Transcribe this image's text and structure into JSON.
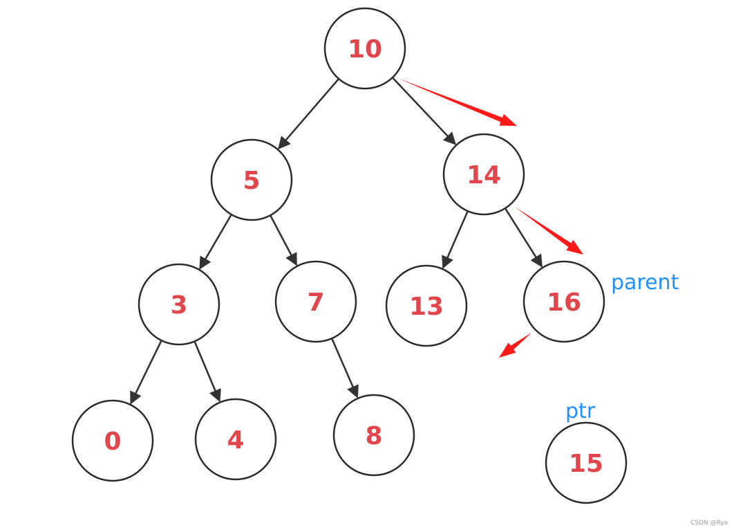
{
  "tree": {
    "nodes": [
      {
        "id": "n10",
        "label": "10"
      },
      {
        "id": "n5",
        "label": "5"
      },
      {
        "id": "n14",
        "label": "14"
      },
      {
        "id": "n3",
        "label": "3"
      },
      {
        "id": "n7",
        "label": "7"
      },
      {
        "id": "n13",
        "label": "13"
      },
      {
        "id": "n16",
        "label": "16"
      },
      {
        "id": "n0",
        "label": "0"
      },
      {
        "id": "n4",
        "label": "4"
      },
      {
        "id": "n8",
        "label": "8"
      },
      {
        "id": "n15",
        "label": "15"
      }
    ],
    "edges": [
      {
        "from": "n10",
        "to": "n5"
      },
      {
        "from": "n10",
        "to": "n14"
      },
      {
        "from": "n5",
        "to": "n3"
      },
      {
        "from": "n5",
        "to": "n7"
      },
      {
        "from": "n14",
        "to": "n13"
      },
      {
        "from": "n14",
        "to": "n16"
      },
      {
        "from": "n3",
        "to": "n0"
      },
      {
        "from": "n3",
        "to": "n4"
      },
      {
        "from": "n7",
        "to": "n8"
      }
    ]
  },
  "annotations": {
    "parent_label": "parent",
    "ptr_label": "ptr"
  },
  "watermark": "CSDN @Rya",
  "colors": {
    "node_text": "#e0464b",
    "node_stroke": "#2b2b2b",
    "edge": "#333333",
    "search_path_arrow": "#ff1a1a",
    "annotation": "#1e90ff"
  }
}
